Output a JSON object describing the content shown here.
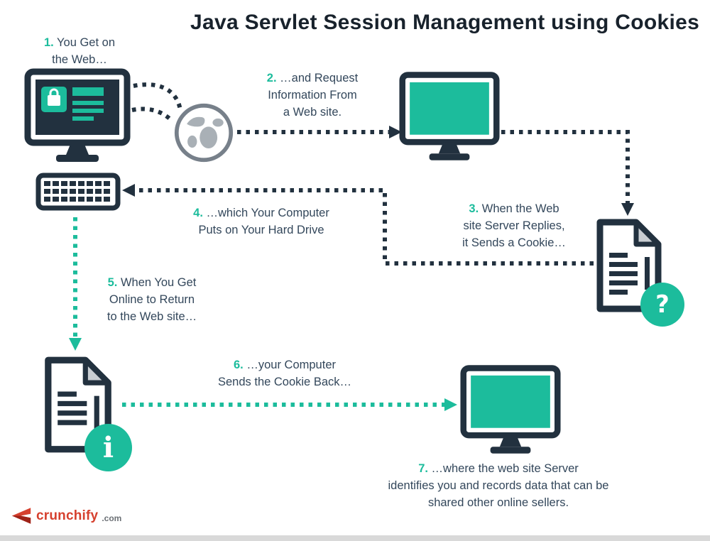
{
  "title": "Java Servlet Session Management using Cookies",
  "steps": [
    {
      "num": "1.",
      "text": "You Get on\nthe Web…"
    },
    {
      "num": "2.",
      "text": "…and Request\nInformation From\na Web site."
    },
    {
      "num": "3.",
      "text": "When the Web\nsite Server Replies,\nit Sends a Cookie…"
    },
    {
      "num": "4.",
      "text": "…which Your Computer\nPuts on Your Hard Drive"
    },
    {
      "num": "5.",
      "text": "When You Get\nOnline to Return\nto the Web site…"
    },
    {
      "num": "6.",
      "text": "…your Computer\nSends the Cookie Back…"
    },
    {
      "num": "7.",
      "text": "…where the web site Server\nidentifies you and records data that can be\nshared other online sellers."
    }
  ],
  "badges": {
    "question_mark": "?",
    "info": "i"
  },
  "icons": {
    "client_computer": "monitor-with-browser-and-shopping-bag",
    "internet": "globe",
    "web_server": "green-screen-monitor",
    "cookie_file": "document-with-text-lines",
    "keyboard": "keyboard",
    "saved_cookie_file": "document-with-text-lines",
    "return_web_server": "green-screen-monitor"
  },
  "footer": {
    "brand": "crunchify",
    "suffix": ".com"
  },
  "colors": {
    "navy": "#22313f",
    "green": "#1cbc9c",
    "red": "#d6402e",
    "text": "#33475b",
    "title": "#18222c"
  }
}
